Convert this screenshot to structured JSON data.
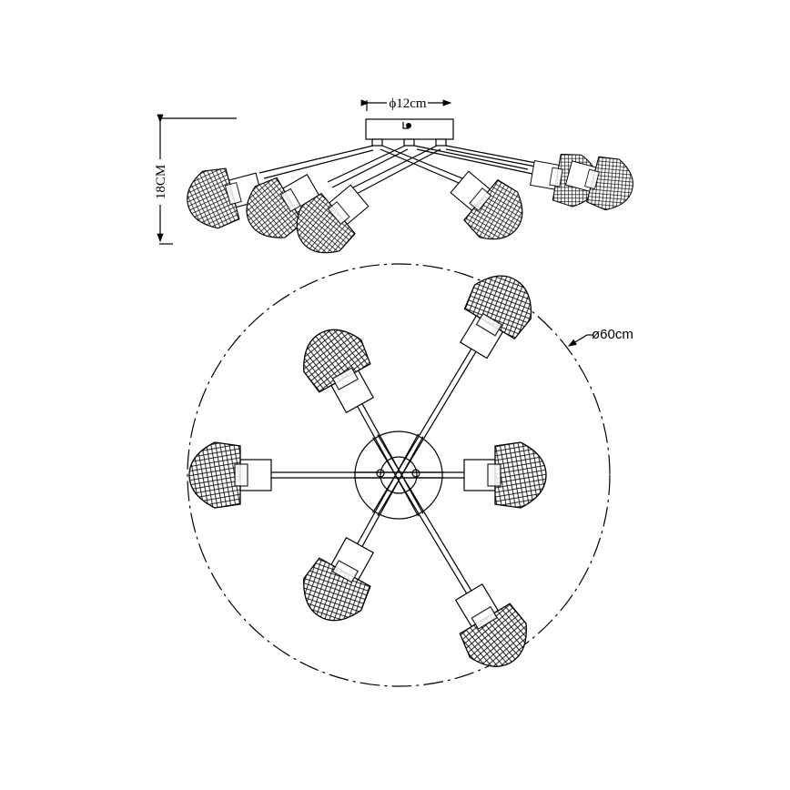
{
  "side_view": {
    "canopy_diameter_label": "ϕ12cm",
    "height_label": "18CM"
  },
  "top_view": {
    "overall_diameter_label": "ø60cm"
  },
  "line_color": "#000000",
  "background_color": "#ffffff"
}
